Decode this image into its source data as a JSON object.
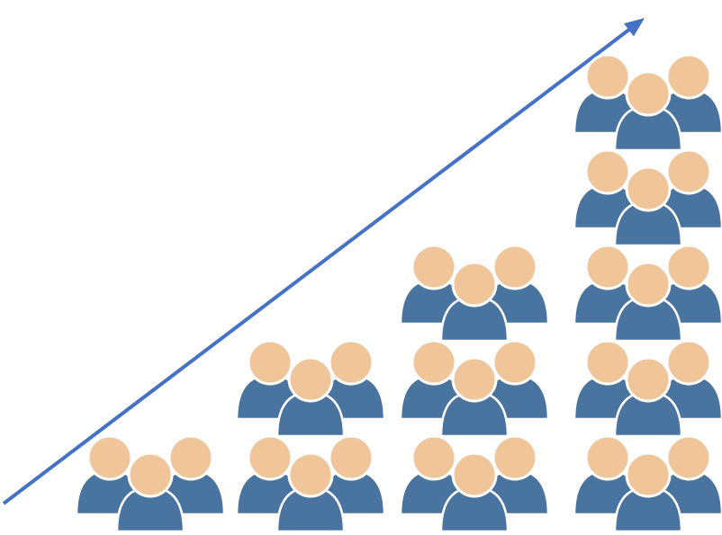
{
  "diagram": {
    "kind": "growth-pictogram",
    "group_counts": [
      1,
      2,
      3,
      5
    ],
    "arrow": {
      "direction": "up-right",
      "color": "#4472C4"
    },
    "group_icon": {
      "name": "people-group-icon",
      "people_per_icon": 3
    },
    "colors": {
      "skin": "#F0C59A",
      "body": "#4A74A0",
      "outline": "#FFFFFF",
      "background": "#FFFFFF"
    }
  }
}
